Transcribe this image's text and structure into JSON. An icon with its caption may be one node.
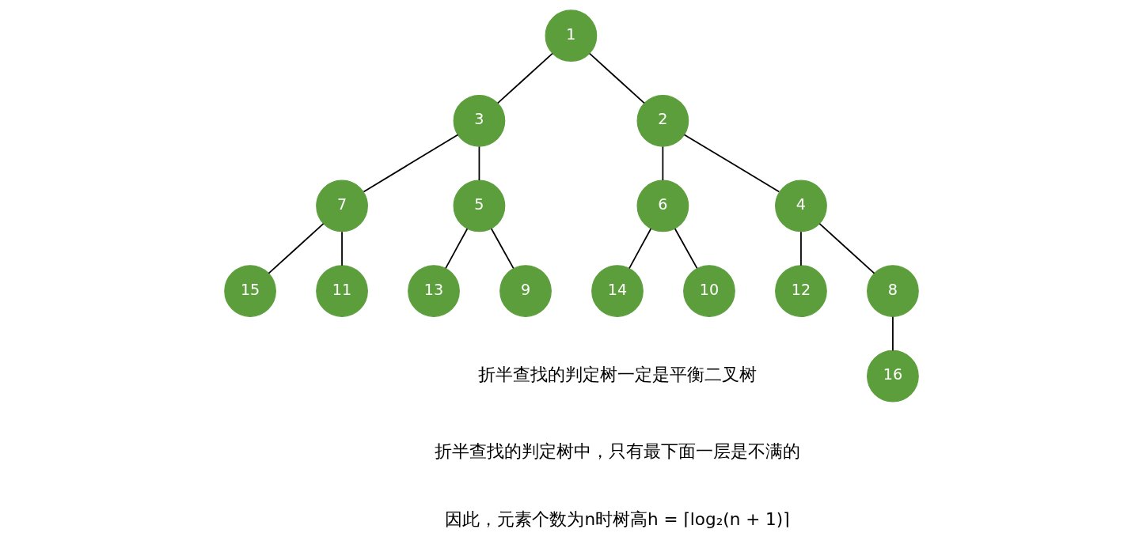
{
  "diagram": {
    "nodes": [
      {
        "text": [
          "1"
        ]
      },
      {
        "text": [
          "3"
        ]
      },
      {
        "text": [
          "2"
        ]
      },
      {
        "text": [
          "7"
        ]
      },
      {
        "text": [
          "5"
        ]
      },
      {
        "text": [
          "6"
        ]
      },
      {
        "text": [
          "4"
        ]
      },
      {
        "text": [
          "15"
        ]
      },
      {
        "text": [
          "11"
        ]
      },
      {
        "text": [
          "13"
        ]
      },
      {
        "text": [
          "9"
        ]
      },
      {
        "text": [
          "14"
        ]
      },
      {
        "text": [
          "10"
        ]
      },
      {
        "text": [
          "12"
        ]
      },
      {
        "text": [
          "8"
        ]
      },
      {
        "text": [
          "16"
        ]
      }
    ],
    "edges": [
      {
        "from": 0,
        "to": 1,
        "arrow": "none"
      },
      {
        "from": 0,
        "to": 2,
        "arrow": "none"
      },
      {
        "from": 1,
        "to": 3,
        "arrow": "none"
      },
      {
        "from": 1,
        "to": 4,
        "arrow": "none"
      },
      {
        "from": 2,
        "to": 5,
        "arrow": "none"
      },
      {
        "from": 2,
        "to": 6,
        "arrow": "none"
      },
      {
        "from": 3,
        "to": 7,
        "arrow": "none"
      },
      {
        "from": 3,
        "to": 8,
        "arrow": "none"
      },
      {
        "from": 4,
        "to": 9,
        "arrow": "none"
      },
      {
        "from": 4,
        "to": 10,
        "arrow": "none"
      },
      {
        "from": 5,
        "to": 11,
        "arrow": "none"
      },
      {
        "from": 5,
        "to": 12,
        "arrow": "none"
      },
      {
        "from": 6,
        "to": 13,
        "arrow": "none"
      },
      {
        "from": 6,
        "to": 14,
        "arrow": "none"
      },
      {
        "from": 14,
        "to": 15,
        "arrow": "none"
      }
    ],
    "labels": [
      "折半查找的判定树一定是平衡二叉树",
      "折半查找的判定树中，只有最下面一层是不满的",
      "因此，元素个数为n时树高h = ⌈log₂(n + 1)⌉"
    ]
  }
}
